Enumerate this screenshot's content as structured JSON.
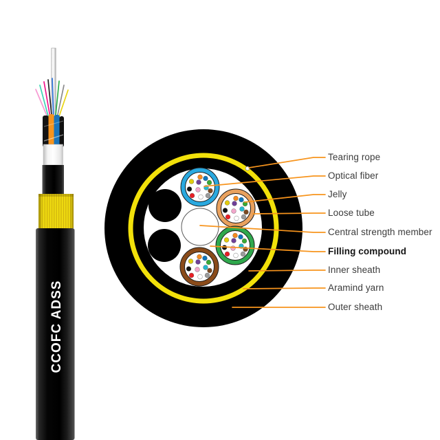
{
  "product": {
    "side_label": "CCOFC ADSS"
  },
  "diagram": {
    "callouts": [
      {
        "text": "Tearing rope"
      },
      {
        "text": "Optical fiber"
      },
      {
        "text": "Jelly"
      },
      {
        "text": "Loose tube"
      },
      {
        "text": "Central strength member"
      },
      {
        "text": "Filling compound",
        "emphasis": true
      },
      {
        "text": "Inner sheath"
      },
      {
        "text": "Aramind yarn"
      },
      {
        "text": "Outer sheath"
      }
    ],
    "colors": {
      "leader_line": "#f7941d",
      "outer_sheath_black": "#000000",
      "aramid_yarn_yellow": "#f2e10a",
      "label_text": "#3b3b3b",
      "central_member_white": "#ffffff"
    },
    "loose_tubes": [
      {
        "name": "loose-tube-blue",
        "ring_color": "#2aa9e0"
      },
      {
        "name": "loose-tube-orange",
        "ring_color": "#e9a express"
      },
      {
        "name": "loose-tube-green",
        "ring_color": "#2fa84d"
      },
      {
        "name": "loose-tube-brown",
        "ring_color": "#8a4b1a"
      }
    ],
    "fiber_colors": [
      "#f68b1f",
      "#0f75bc",
      "#3aa935",
      "#e3cc0e",
      "#6f3f98",
      "#111111",
      "#f2a7cb",
      "#26b8ce",
      "#7b4a21",
      "#e81e25",
      "#ffffff",
      "#9c9c9c"
    ]
  }
}
